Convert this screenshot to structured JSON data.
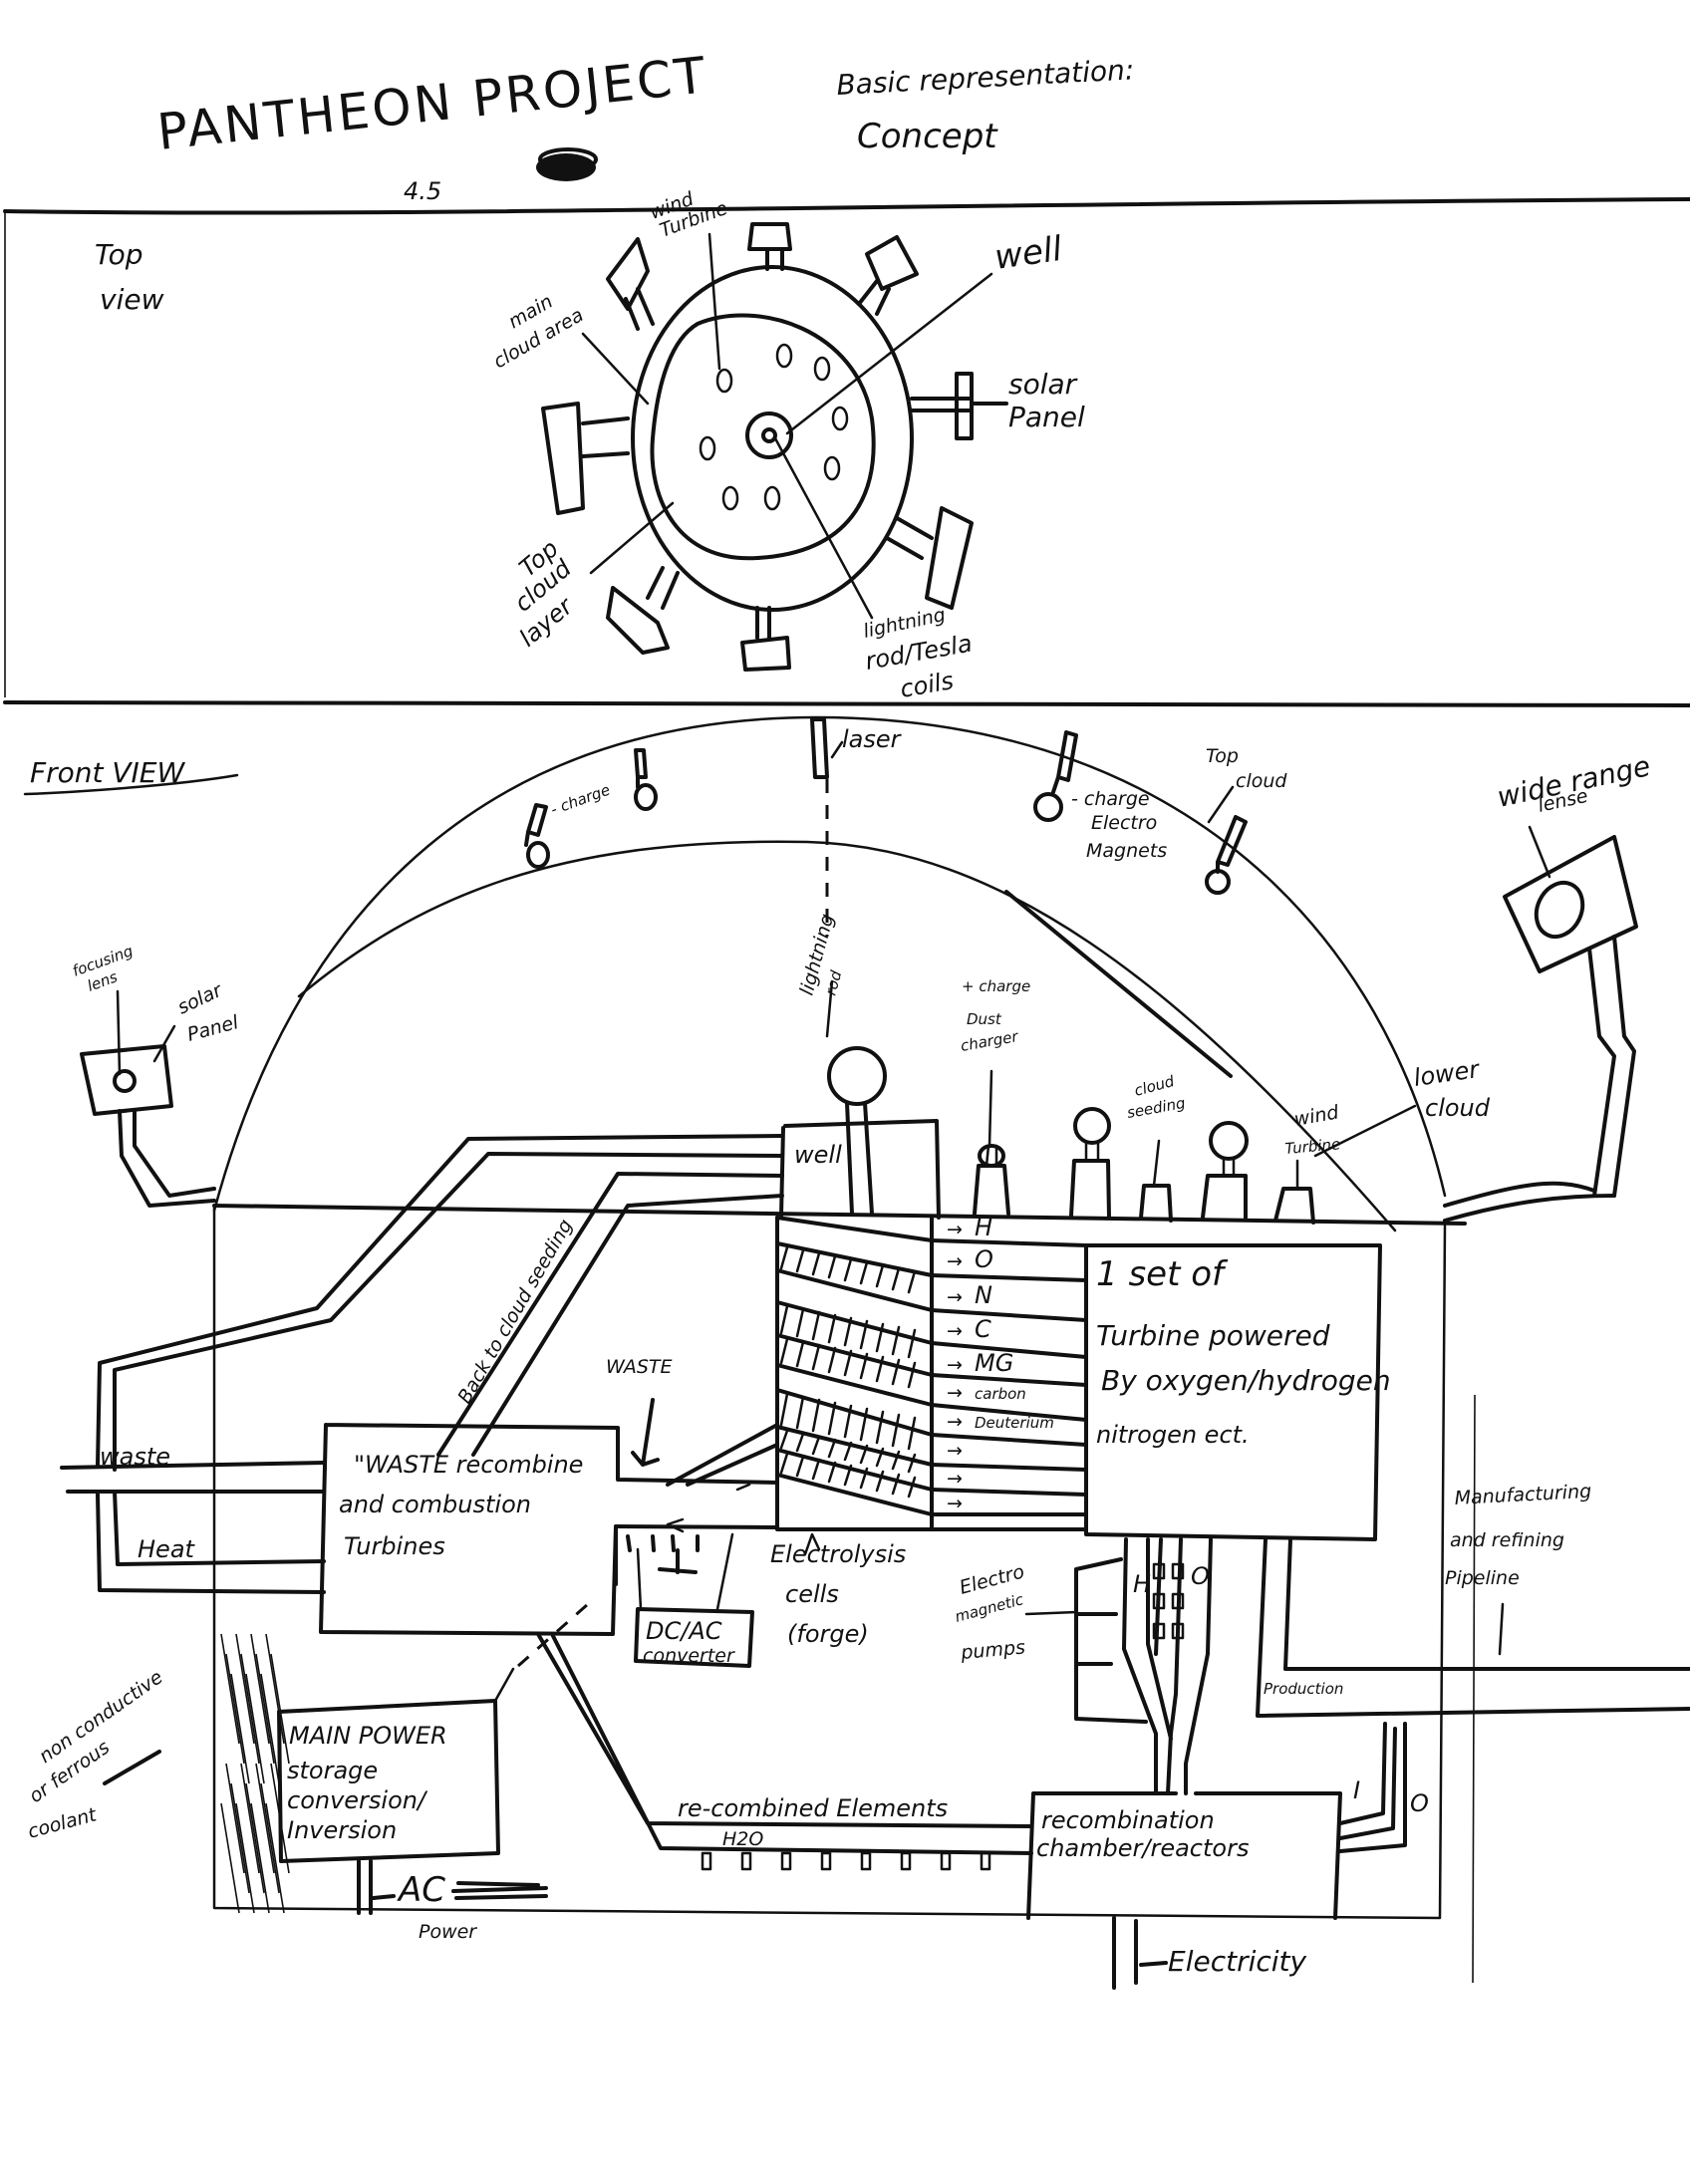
{
  "header": {
    "title": "PANTHEON PROJECT",
    "version": "4.5",
    "subtitle_line1": "Basic representation:",
    "subtitle_line2": "Concept"
  },
  "top_view": {
    "heading_line1": "Top",
    "heading_line2": "view",
    "labels": {
      "wind_turbine_1": "wind",
      "wind_turbine_2": "Turbine",
      "main_cloud_1": "main",
      "main_cloud_2": "cloud area",
      "well": "well",
      "solar_1": "solar",
      "solar_2": "Panel",
      "top_cloud_1": "Top",
      "top_cloud_2": "cloud",
      "top_cloud_3": "layer",
      "lightning_1": "lightning",
      "lightning_2": "rod/Tesla",
      "lightning_3": "coils"
    }
  },
  "front_view": {
    "heading": "Front VIEW",
    "dome": {
      "charge_left": "- charge",
      "laser": "laser",
      "charge_right": "- charge",
      "electro_1": "Electro",
      "electro_2": "Magnets",
      "top_cloud_1": "Top",
      "top_cloud_2": "cloud",
      "wide_lens_1": "wide range",
      "wide_lens_2": "lense",
      "focusing_1": "focusing",
      "focusing_2": "lens",
      "solar_1": "solar",
      "solar_2": "Panel",
      "lightning_1": "lightning",
      "lightning_2": "rod",
      "plus_charge": "+ charge",
      "dust_1": "Dust",
      "dust_2": "charger",
      "cloud_seed_1": "cloud",
      "cloud_seed_2": "seeding",
      "wind_1": "wind",
      "wind_2": "Turbine",
      "lower_cloud_1": "lower",
      "lower_cloud_2": "cloud"
    },
    "base": {
      "well": "well",
      "back_to_cloud": "Back to cloud seeding",
      "waste_arrow": "WASTE",
      "waste_pipe": "waste",
      "heat": "Heat",
      "waste_box_1": "\"WASTE recombine",
      "waste_box_2": "and combustion",
      "waste_box_3": "Turbines",
      "elements": [
        "H",
        "O",
        "N",
        "C",
        "MG",
        "carbon",
        "Deuterium",
        "",
        "",
        ""
      ],
      "turbine_box_1": "1 set of",
      "turbine_box_2": "Turbine powered",
      "turbine_box_3": "By oxygen/hydrogen",
      "turbine_box_4": "nitrogen ect.",
      "electrolysis_1": "Electrolysis",
      "electrolysis_2": "cells",
      "electrolysis_3": "(forge)",
      "dcac_1": "DC/AC",
      "dcac_2": "converter",
      "em_pumps_1": "Electro",
      "em_pumps_2": "magnetic",
      "em_pumps_3": "pumps",
      "pump_h": "H",
      "pump_o": "O",
      "manufacturing_1": "Manufacturing",
      "manufacturing_2": "and refining",
      "manufacturing_3": "Pipeline",
      "production": "Production",
      "main_power_1": "MAIN POWER",
      "main_power_2": "storage",
      "main_power_3": "conversion/",
      "main_power_4": "Inversion",
      "coolant_1": "non conductive",
      "coolant_2": "or ferrous",
      "coolant_3": "coolant",
      "ac": "AC",
      "power": "Power",
      "recombined": "re-combined Elements",
      "h2o": "H2O",
      "recomb_1": "recombination",
      "recomb_2": "chamber/reactors",
      "io_i": "I",
      "io_o": "O",
      "electricity": "Electricity"
    }
  }
}
